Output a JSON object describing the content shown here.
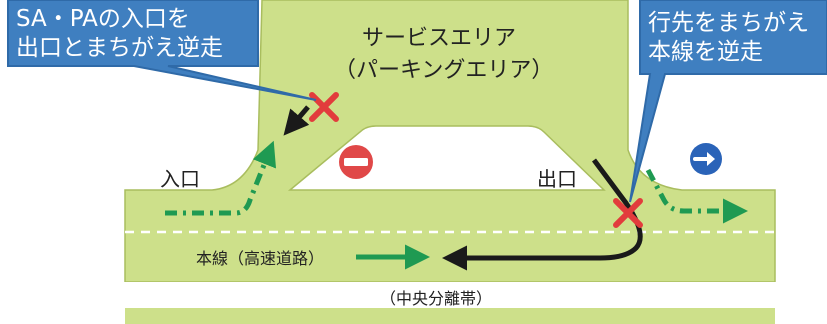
{
  "title_line1": "サービスエリア",
  "title_line2": "（パーキングエリア）",
  "callout_left": {
    "line1": "SA・PAの入口を",
    "line2": "出口とまちがえ逆走"
  },
  "callout_right": {
    "line1": "行先をまちがえ",
    "line2": "本線を逆走"
  },
  "entrance_label": "入口",
  "exit_label": "出口",
  "mainline_label": "本線（高速道路）",
  "median_label": "（中央分離帯）",
  "colors": {
    "road": "#cde08a",
    "road_edge": "#a9bd5e",
    "callout": "#3f7fc0",
    "green_arrow": "#1f9a52",
    "wrong_way": "#1a1a1a",
    "cross": "#e23c3c",
    "no_entry": "#e04848",
    "go_sign": "#2a63b8"
  },
  "icons": [
    "no-entry-icon",
    "right-arrow-sign-icon",
    "cross-mark-icon"
  ]
}
